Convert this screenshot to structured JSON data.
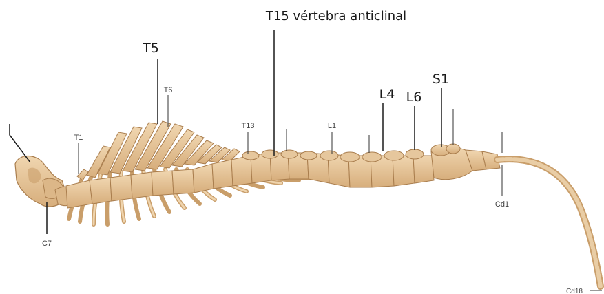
{
  "labels": {
    "t15": "T15 vértebra anticlinal",
    "t5": "T5",
    "t6": "T6",
    "t1": "T1",
    "t13": "T13",
    "l1": "L1",
    "l4": "L4",
    "l6": "L6",
    "s1": "S1",
    "cd1": "Cd1",
    "c7": "C7",
    "cd18": "Cd18"
  },
  "colors": {
    "bone": "#e6c79d",
    "bone_dark": "#c99e6a",
    "bone_outline": "#a97d4d",
    "line": "#1a1a1a",
    "thin_line": "#333333"
  }
}
